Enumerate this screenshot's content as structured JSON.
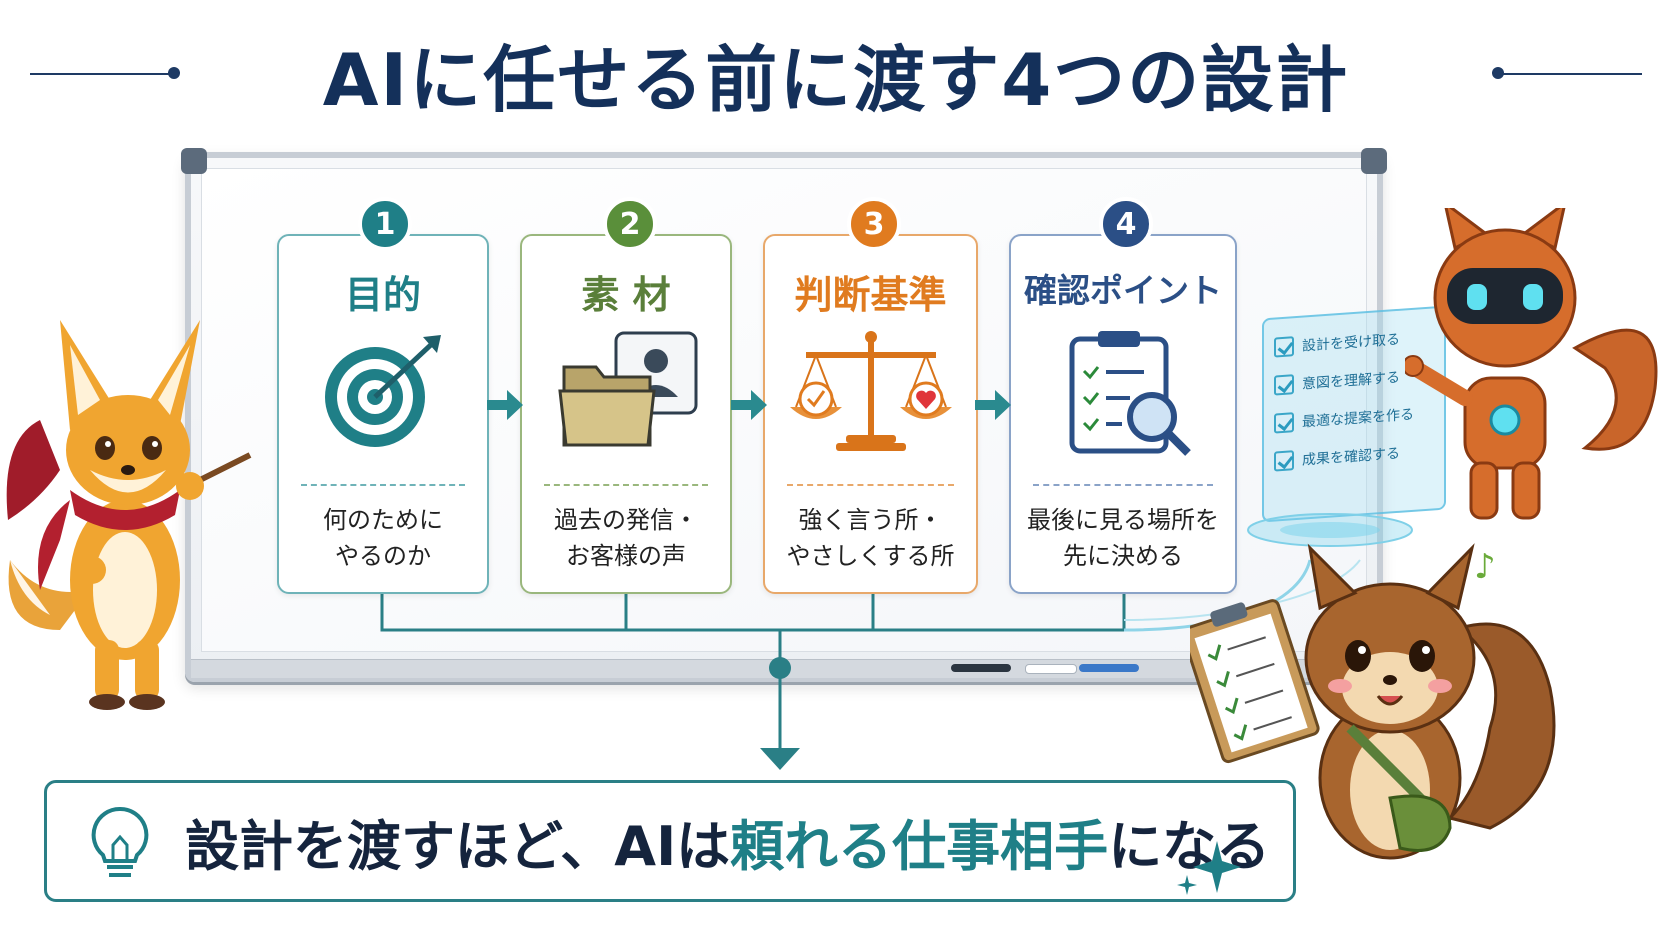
{
  "title": "AIに任せる前に渡す4つの設計",
  "steps": [
    {
      "number": "1",
      "title": "目的",
      "desc_line1": "何のために",
      "desc_line2": "やるのか",
      "color": "#1f7f87",
      "icon": "target-icon"
    },
    {
      "number": "2",
      "title": "素 材",
      "desc_line1": "過去の発信・",
      "desc_line2": "お客様の声",
      "color": "#5a7f3a",
      "icon": "folder-icon"
    },
    {
      "number": "3",
      "title": "判断基準",
      "desc_line1": "強く言う所・",
      "desc_line2": "やさしくする所",
      "color": "#e07b1f",
      "icon": "scale-icon"
    },
    {
      "number": "4",
      "title": "確認ポイント",
      "desc_line1": "最後に見る場所を",
      "desc_line2": "先に決める",
      "color": "#2b4f86",
      "icon": "clipboard-search-icon"
    }
  ],
  "checklist": [
    "設計を受け取る",
    "意図を理解する",
    "最適な提案を作る",
    "成果を確認する"
  ],
  "message": {
    "part1": "設計を渡すほど、AIは",
    "highlight": "頼れる仕事相手",
    "part2": "になる",
    "icon": "lightbulb-icon"
  },
  "colors": {
    "title": "#14305a",
    "accent": "#1f7f87"
  }
}
